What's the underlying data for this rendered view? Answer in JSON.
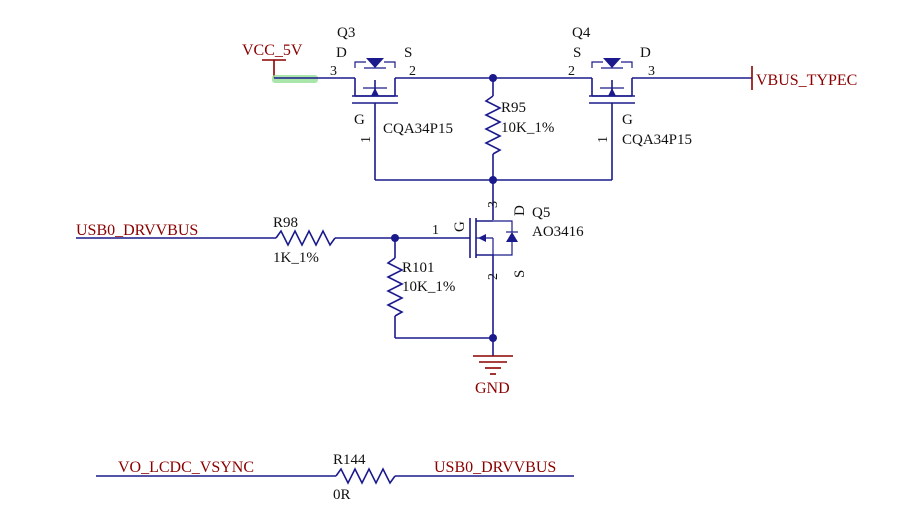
{
  "nets": {
    "vcc": "VCC_5V",
    "vbus": "VBUS_TYPEC",
    "drv_left": "USB0_DRVVBUS",
    "gnd": "GND",
    "vsync": "VO_LCDC_VSYNC",
    "drv_bottom": "USB0_DRVVBUS"
  },
  "q3": {
    "ref": "Q3",
    "value": "CQA34P15",
    "d": "D",
    "s": "S",
    "g": "G",
    "pin3": "3",
    "pin2": "2",
    "pin1": "1"
  },
  "q4": {
    "ref": "Q4",
    "value": "CQA34P15",
    "d": "D",
    "s": "S",
    "g": "G",
    "pin3": "3",
    "pin2": "2",
    "pin1": "1"
  },
  "q5": {
    "ref": "Q5",
    "value": "AO3416",
    "d": "D",
    "s": "S",
    "g": "G",
    "pin3": "3",
    "pin2": "2",
    "pin1": "1"
  },
  "r95": {
    "ref": "R95",
    "value": "10K_1%"
  },
  "r98": {
    "ref": "R98",
    "value": "1K_1%"
  },
  "r101": {
    "ref": "R101",
    "value": "10K_1%"
  },
  "r144": {
    "ref": "R144",
    "value": "0R"
  },
  "colors": {
    "wire": "#1a1a8c",
    "net": "#8b0000",
    "highlight": "#9be29b"
  }
}
